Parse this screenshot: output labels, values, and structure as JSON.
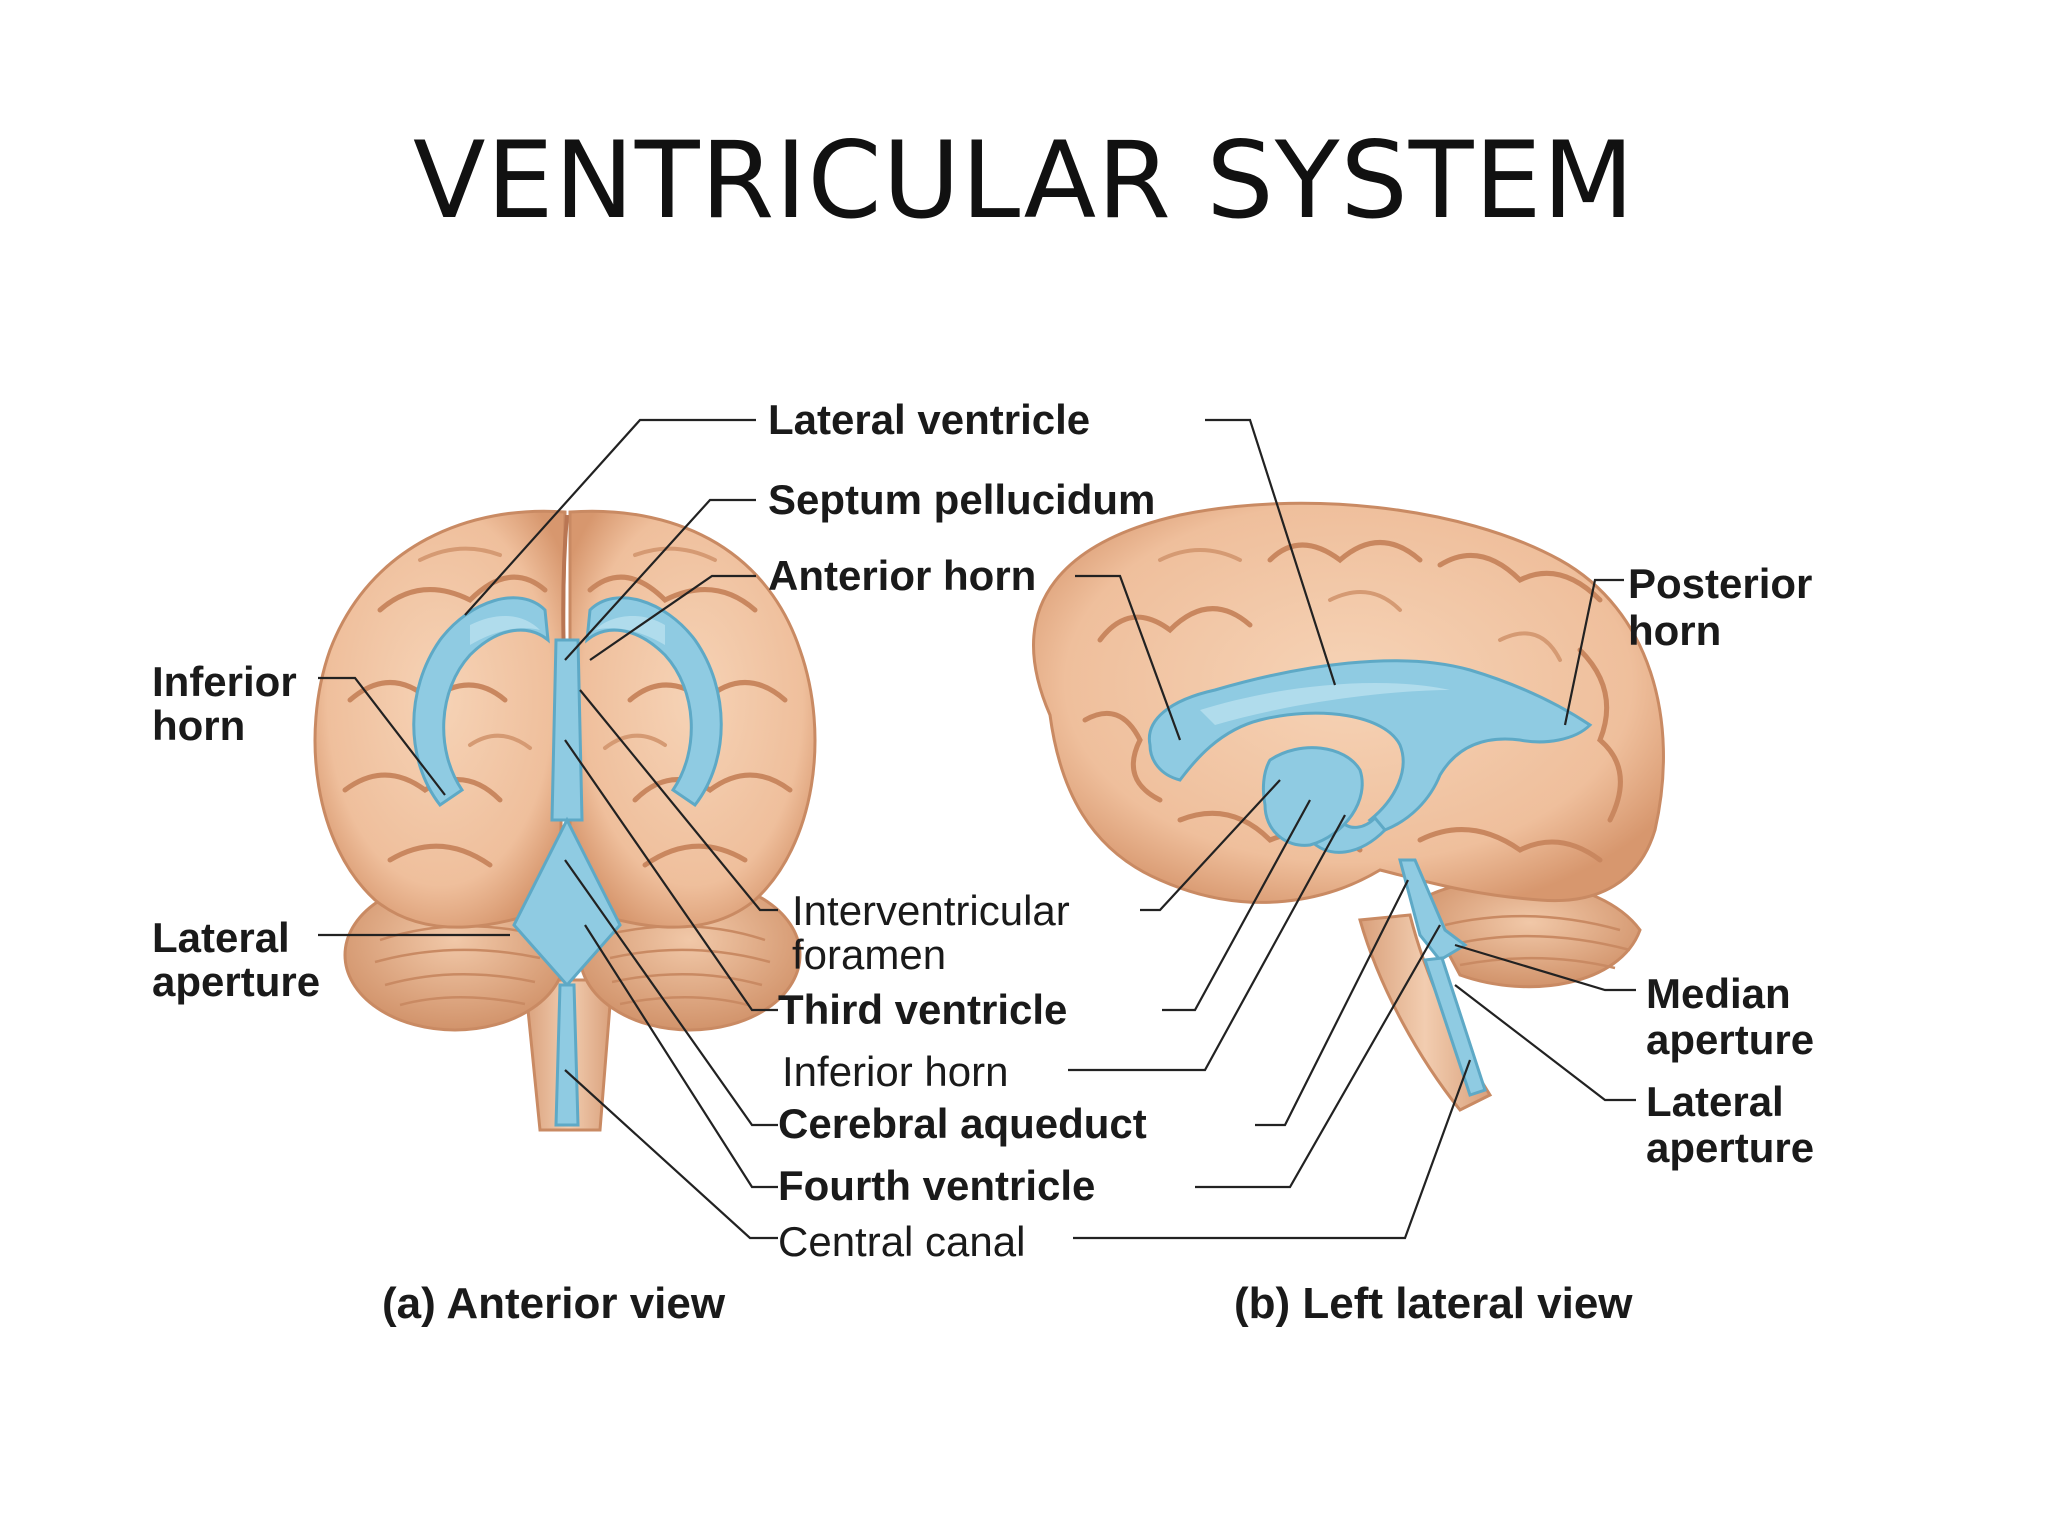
{
  "title": "VENTRICULAR SYSTEM",
  "colors": {
    "brain": "#efbf9c",
    "brain_shadow": "#d7976e",
    "ventricle": "#8fcbe2",
    "ventricle_edge": "#5ea9c6",
    "cerebellum": "#e8b593"
  },
  "labels": {
    "lateral_ventricle": "Lateral ventricle",
    "septum_pellucidum": "Septum pellucidum",
    "anterior_horn": "Anterior horn",
    "posterior_horn_1": "Posterior",
    "posterior_horn_2": "horn",
    "inferior_horn_left_1": "Inferior",
    "inferior_horn_left_2": "horn",
    "lateral_aperture_left_1": "Lateral",
    "lateral_aperture_left_2": "aperture",
    "interventricular_foramen_1": "Interventricular",
    "interventricular_foramen_2": "foramen",
    "third_ventricle": "Third ventricle",
    "inferior_horn": "Inferior horn",
    "cerebral_aqueduct": "Cerebral aqueduct",
    "fourth_ventricle": "Fourth ventricle",
    "central_canal": "Central canal",
    "median_aperture_1": "Median",
    "median_aperture_2": "aperture",
    "lateral_aperture_right_1": "Lateral",
    "lateral_aperture_right_2": "aperture"
  },
  "captions": {
    "anterior": "(a) Anterior view",
    "lateral": "(b) Left lateral view"
  }
}
